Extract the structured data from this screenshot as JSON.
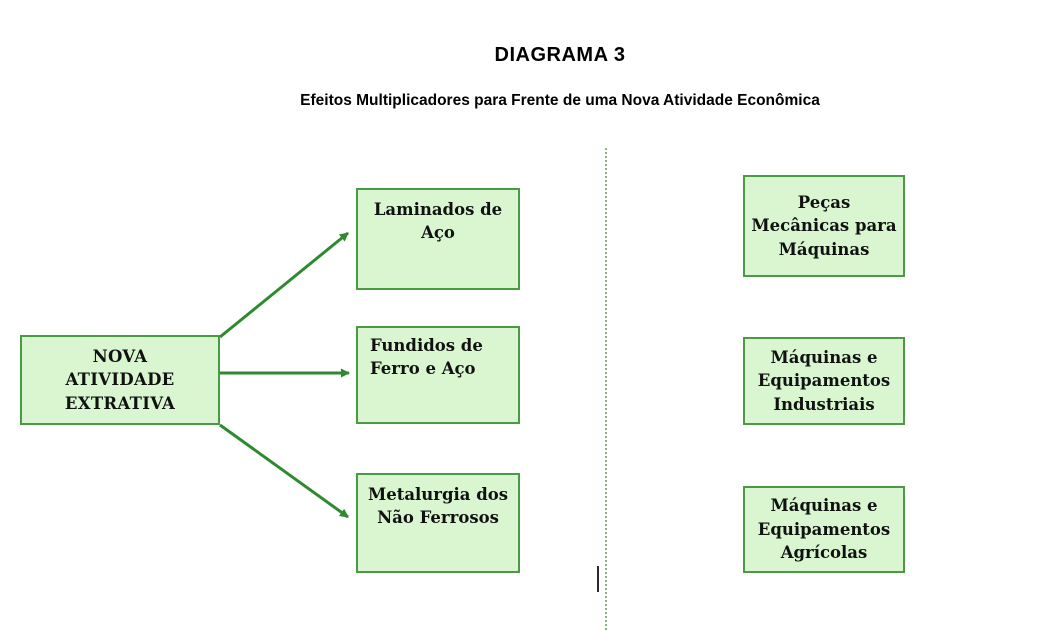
{
  "header": {
    "title": "DIAGRAMA 3",
    "subtitle": "Efeitos Multiplicadores para Frente de uma Nova Atividade Econômica"
  },
  "colors": {
    "box_fill": "#d9f6d1",
    "box_border": "#4a9a44",
    "arrow_green": "#2e8a2e",
    "divider_green": "#8aae85",
    "text": "#111111"
  },
  "diagram": {
    "source": {
      "id": "nova-atividade-extrativa",
      "label": "NOVA\nATIVIDADE\nEXTRATIVA"
    },
    "middle_column": [
      {
        "id": "laminados-de-aco",
        "label": "Laminados de\nAço"
      },
      {
        "id": "fundidos-de-ferro-e-aco",
        "label": "Fundidos de\nFerro e Aço"
      },
      {
        "id": "metalurgia-dos-nao-ferrosos",
        "label": "Metalurgia dos\nNão Ferrosos"
      }
    ],
    "right_column": [
      {
        "id": "pecas-mecanicas-para-maquinas",
        "label": "Peças\nMecânicas para\nMáquinas"
      },
      {
        "id": "maquinas-e-equipamentos-industriais",
        "label": "Máquinas e\nEquipamentos\nIndustriais"
      },
      {
        "id": "maquinas-e-equipamentos-agricolas",
        "label": "Máquinas e\nEquipamentos\nAgrícolas"
      }
    ],
    "edges": [
      {
        "from": "nova-atividade-extrativa",
        "to": "laminados-de-aco"
      },
      {
        "from": "nova-atividade-extrativa",
        "to": "fundidos-de-ferro-e-aco"
      },
      {
        "from": "nova-atividade-extrativa",
        "to": "metalurgia-dos-nao-ferrosos"
      }
    ]
  }
}
